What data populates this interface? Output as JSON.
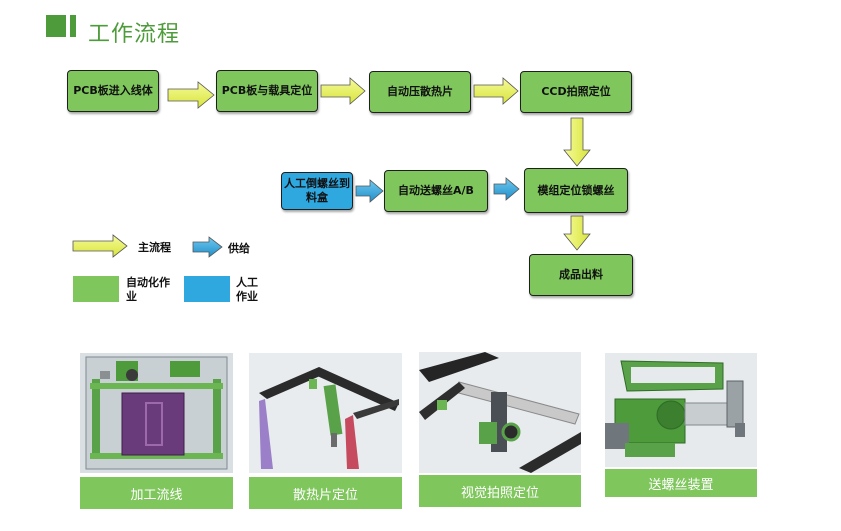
{
  "title": "工作流程",
  "flow": {
    "pcb_enter": "PCB板进入线体",
    "pcb_carrier": "PCB板与载具定位",
    "auto_press": "自动压散热片",
    "ccd_position": "CCD拍照定位",
    "manual_pour": "人工倒螺丝到料盒",
    "auto_feed": "自动送螺丝A/B",
    "module_lock": "模组定位锁螺丝",
    "finished": "成品出料"
  },
  "legend": {
    "main_flow": "主流程",
    "supply": "供给",
    "auto": "自动化作业",
    "manual": "人工作业"
  },
  "photos": {
    "line": "加工流线",
    "heatsink": "散热片定位",
    "vision": "视觉拍照定位",
    "screw_feeder": "送螺丝装置"
  },
  "colors": {
    "green": "#7fc65d",
    "blue": "#2ea8df",
    "yellow_arrow": "#e8f25a",
    "title_green": "#4d9b3a"
  }
}
